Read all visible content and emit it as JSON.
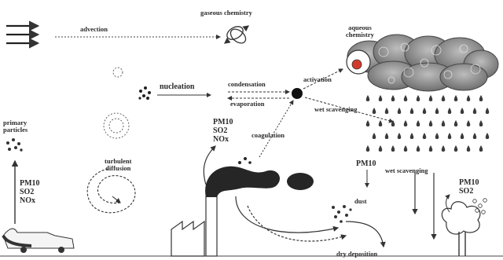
{
  "labels": {
    "advection": "advection",
    "gaseous_chemistry": "gaseous chemistry",
    "aqueous_chemistry": [
      "aqueous",
      "chemistry"
    ],
    "nucleation": "nucleation",
    "condensation": "condensation",
    "evaporation": "evaporation",
    "activation": "activation",
    "wet_scavenging_upper": "wet scavenging",
    "wet_scavenging_lower": "wet scavenging",
    "coagulation": "coagulation",
    "primary_particles": [
      "primary",
      "particles"
    ],
    "turbulent_diffusion": [
      "turbulent",
      "diffusion"
    ],
    "stack_emissions": [
      "PM10",
      "SO2",
      "NOx"
    ],
    "car_emissions": [
      "PM10",
      "SO2",
      "NOx"
    ],
    "tree_emissions": [
      "PM10",
      "SO2"
    ],
    "plume_pm": "PM10",
    "dust": "dust",
    "dry_deposition": "dry deposition"
  },
  "icons": [
    "advection-arrows-icon",
    "cloud-icon",
    "rain-icon",
    "factory-icon",
    "car-icon",
    "tree-icon",
    "smoke-plume-icon",
    "particle-icon"
  ]
}
